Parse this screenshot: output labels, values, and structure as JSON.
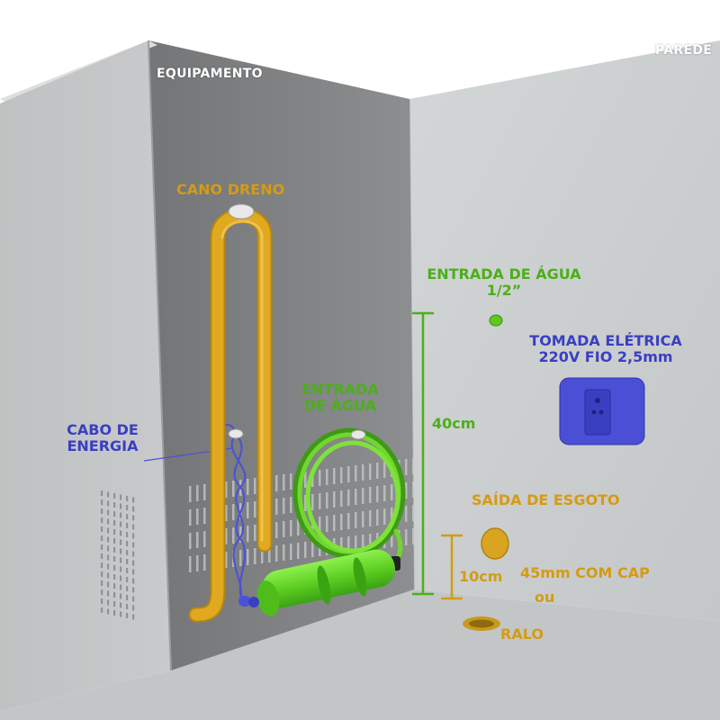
{
  "colors": {
    "drain_pipe": "#e0a920",
    "water_hose": "#6fd82a",
    "water_filter": "#5ecf22",
    "electric": "#3a3fc2",
    "sewage": "#d49b14",
    "wall": "#c9cccd",
    "floor": "#c3c6c7",
    "equipment_front": "#c2c4c5",
    "equipment_side": "#7d7f81"
  },
  "labels": {
    "equipamento": "EQUIPAMENTO",
    "parede": "PAREDE",
    "cano_dreno": "CANO DRENO",
    "cabo_energia": [
      "CABO DE",
      "ENERGIA"
    ],
    "entrada_agua_equip": [
      "ENTRADA",
      "DE ÁGUA"
    ],
    "entrada_agua_wall": [
      "ENTRADA DE ÁGUA",
      "1/2”"
    ],
    "tomada": [
      "TOMADA ELÉTRICA",
      "220V FIO 2,5mm"
    ],
    "saida_esgoto": "SAÍDA DE ESGOTO",
    "esgoto_size": "45mm COM CAP",
    "ou": "ou",
    "ralo": "RALO",
    "dim_40": "40cm",
    "dim_10": "10cm"
  },
  "icons": {
    "outlet": "power-outlet-icon",
    "drain": "floor-drain-icon",
    "filter": "water-filter-icon"
  }
}
